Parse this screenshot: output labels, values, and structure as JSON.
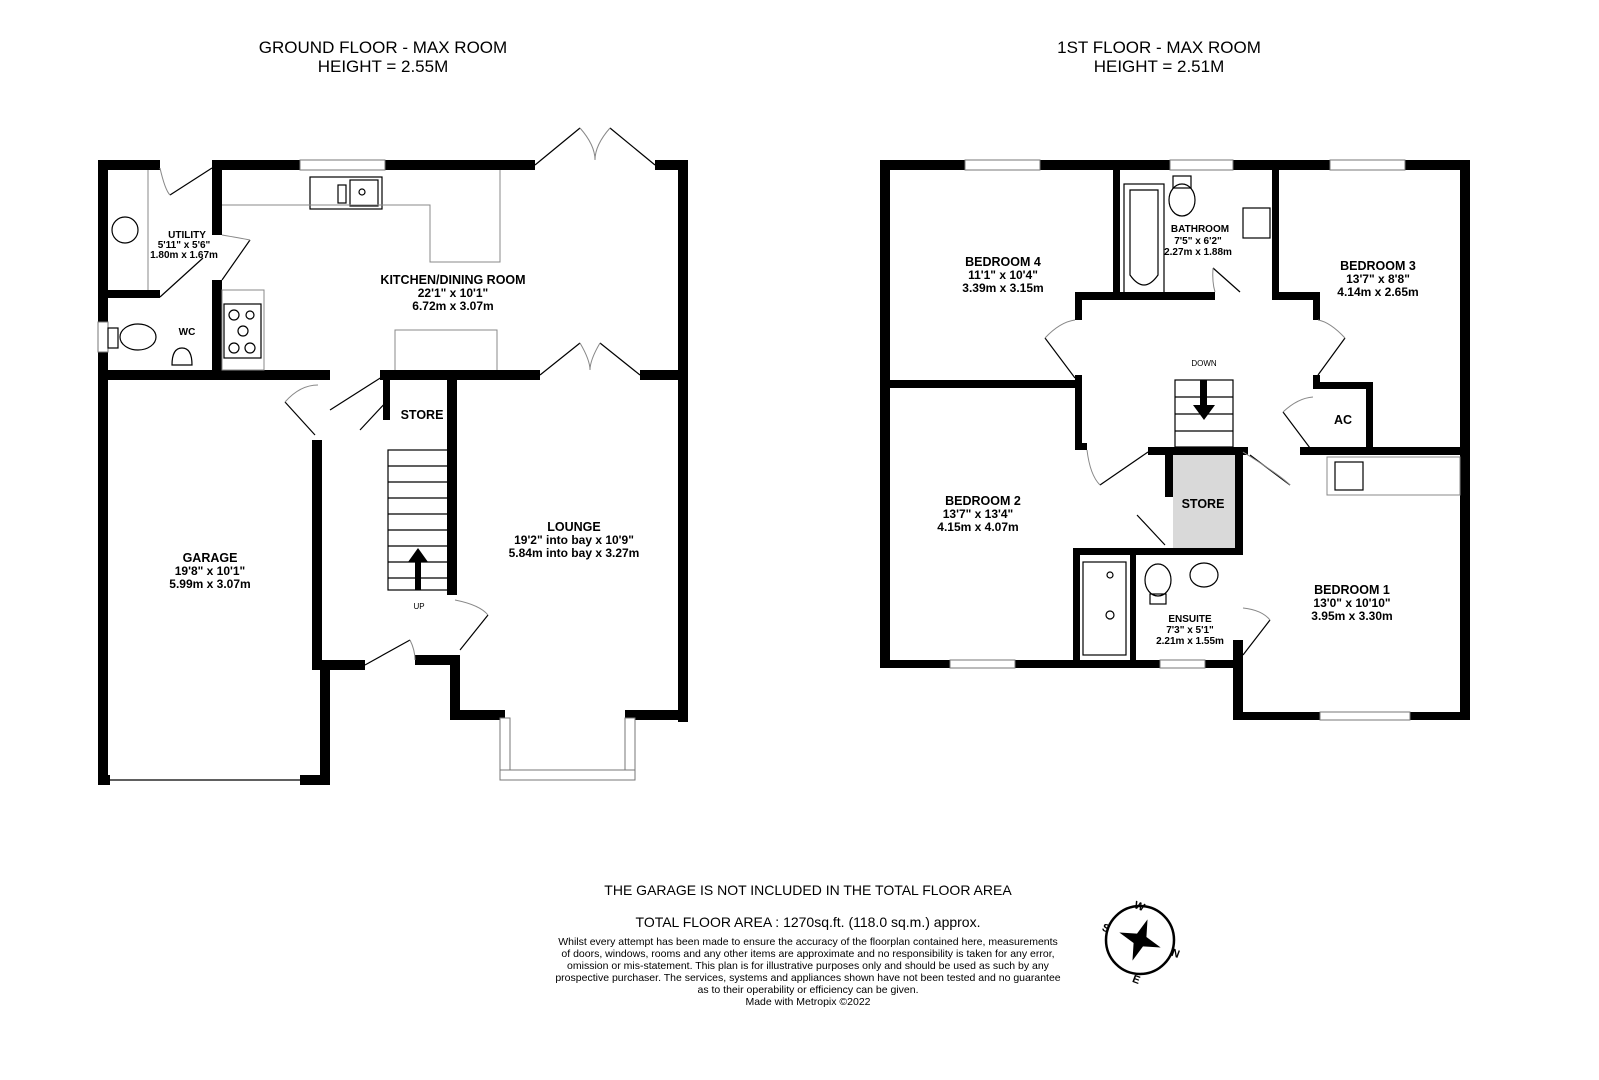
{
  "ground_floor": {
    "title_line1": "GROUND FLOOR - MAX ROOM",
    "title_line2": "HEIGHT = 2.55M",
    "rooms": [
      {
        "name": "UTILITY",
        "imperial": "5'11\"  x 5'6\"",
        "metric": "1.80m  x 1.67m"
      },
      {
        "name": "WC"
      },
      {
        "name": "KITCHEN/DINING ROOM",
        "imperial": "22'1\"  x 10'1\"",
        "metric": "6.72m  x 3.07m"
      },
      {
        "name": "STORE"
      },
      {
        "name": "LOUNGE",
        "imperial": "19'2\" into bay x 10'9\"",
        "metric": "5.84m into bay x 3.27m"
      },
      {
        "name": "GARAGE",
        "imperial": "19'8\"  x 10'1\"",
        "metric": "5.99m  x 3.07m"
      }
    ],
    "stairs_label": "UP"
  },
  "first_floor": {
    "title_line1": "1ST FLOOR - MAX ROOM",
    "title_line2": "HEIGHT = 2.51M",
    "rooms": [
      {
        "name": "BEDROOM 4",
        "imperial": "11'1\"  x 10'4\"",
        "metric": "3.39m  x 3.15m"
      },
      {
        "name": "BATHROOM",
        "imperial": "7'5\"  x 6'2\"",
        "metric": "2.27m  x 1.88m"
      },
      {
        "name": "BEDROOM 3",
        "imperial": "13'7\"  x 8'8\"",
        "metric": "4.14m  x 2.65m"
      },
      {
        "name": "AC"
      },
      {
        "name": "BEDROOM 2",
        "imperial": "13'7\"  x 13'4\"",
        "metric": "4.15m  x 4.07m"
      },
      {
        "name": "STORE"
      },
      {
        "name": "ENSUITE",
        "imperial": "7'3\"  x 5'1\"",
        "metric": "2.21m  x 1.55m"
      },
      {
        "name": "BEDROOM 1",
        "imperial": "13'0\"  x 10'10\"",
        "metric": "3.95m  x 3.30m"
      }
    ],
    "stairs_label": "DOWN"
  },
  "footer": {
    "garage_note": "THE GARAGE IS NOT INCLUDED IN THE TOTAL FLOOR AREA",
    "total_area": "TOTAL FLOOR AREA : 1270sq.ft. (118.0 sq.m.) approx.",
    "disclaimer": [
      "Whilst every attempt has been made to ensure the accuracy of the floorplan contained here, measurements",
      "of doors, windows, rooms and any other items are approximate and no responsibility is taken for any error,",
      "omission or mis-statement. This plan is for illustrative purposes only and should be used as such by any",
      "prospective purchaser. The services, systems and appliances shown have not been tested and no guarantee",
      "as to their operability or efficiency can be given."
    ],
    "made_with": "Made with Metropix ©2022"
  },
  "compass": {
    "icon": "compass-rose-icon",
    "n": "N",
    "e": "E",
    "s": "S",
    "w": "W"
  }
}
